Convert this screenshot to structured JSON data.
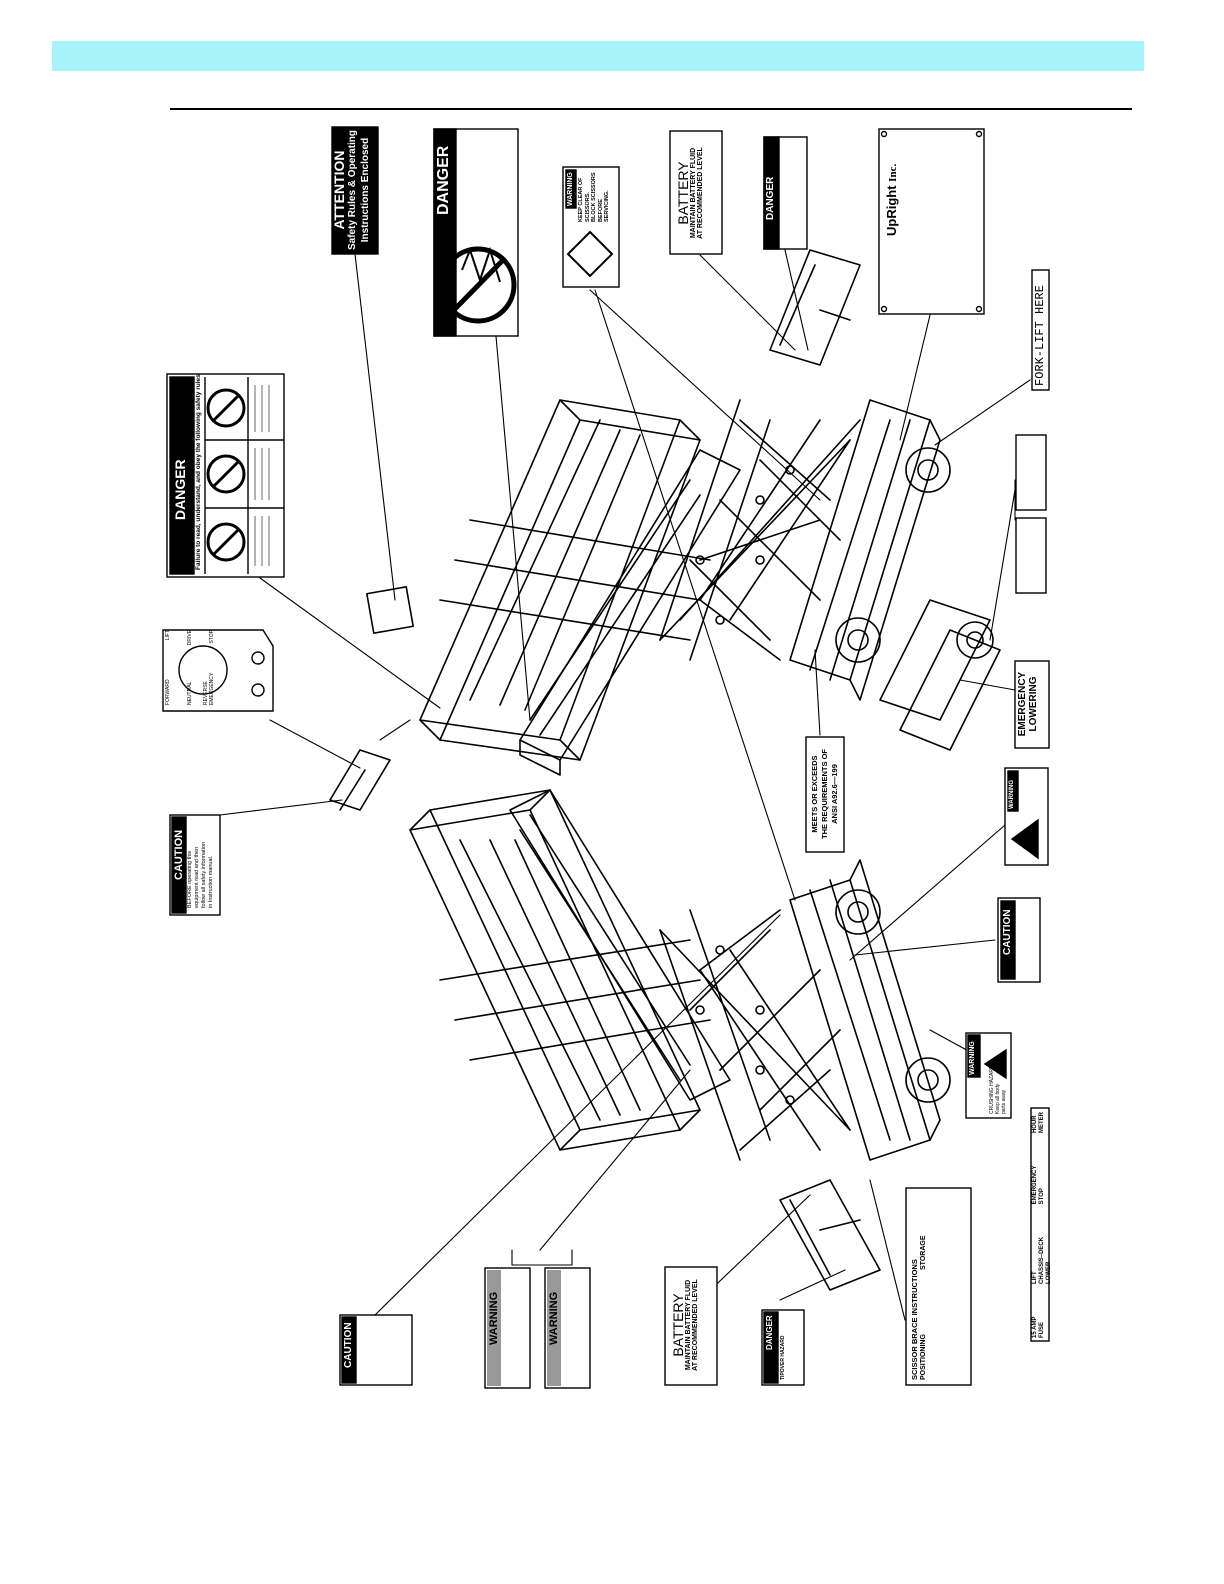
{
  "decals": {
    "attention": {
      "title": "ATTENTION",
      "line1": "Safety Rules & Operating",
      "line2": "Instructions Enclosed"
    },
    "danger_top": {
      "title": "DANGER"
    },
    "danger_main": {
      "title": "DANGER",
      "text": "Failure to read, understand, and obey the following safety rules"
    },
    "warning_scissors": {
      "title": "WARNING",
      "line1": "KEEP CLEAR OF",
      "line2": "SCISSORS.",
      "line3": "BLOCK SCISSORS",
      "line4": "BEFORE",
      "line5": "SERVICING."
    },
    "battery_top": {
      "title": "BATTERY",
      "line1": "MAINTAIN BATTERY FLUID",
      "line2": "AT RECOMMENDED LEVEL"
    },
    "danger_small": {
      "title": "DANGER"
    },
    "upright": {
      "brand": "UpRight",
      "suffix": "Inc."
    },
    "forklift": {
      "text": "FORK-LIFT HERE"
    },
    "emergency": {
      "line1": "EMERGENCY",
      "line2": "LOWERING"
    },
    "meets": {
      "line1": "MEETS OR EXCEEDS",
      "line2": "THE REQUIREMENTS OF",
      "line3": "ANSI A92.6—199"
    },
    "warning_small": {
      "title": "WARNING"
    },
    "caution_right": {
      "title": "CAUTION"
    },
    "warning_crushing": {
      "title": "WARNING",
      "line1": "CRUSHING HAZARD",
      "line2": "Keep all body",
      "line3": "parts away"
    },
    "control_panel": {
      "hour": "HOUR",
      "meter": "METER",
      "emergency": "EMERGENCY",
      "stop": "STOP",
      "lift": "LIFT",
      "lower": "LOWER",
      "chassis_deck": "CHASSIS–DECK",
      "fuse1": "15 AMP",
      "fuse2": "FUSE"
    },
    "scissor_brace": {
      "title": "SCISSOR BRACE INSTRUCTIONS",
      "positioning": "POSITIONING",
      "storage": "STORAGE"
    },
    "danger_tipover": {
      "title": "DANGER",
      "sub": "TIPOVER HAZARD"
    },
    "battery_bottom": {
      "title": "BATTERY",
      "line1": "MAINTAIN BATTERY FLUID",
      "line2": "AT RECOMMENDED LEVEL"
    },
    "warning_a": {
      "title": "WARNING"
    },
    "warning_b": {
      "title": "WARNING"
    },
    "caution_bottom": {
      "title": "CAUTION"
    },
    "caution_left": {
      "title": "CAUTION",
      "line1": "BEFORE operating this",
      "line2": "equipment read and then",
      "line3": "follow all safety information",
      "line4": "in Instruction manual."
    },
    "control_box": {
      "forward": "FORWARD",
      "neutral": "NEUTRAL",
      "reverse": "REVERSE",
      "emergency": "EMERGENCY",
      "stop": "STOP",
      "lift": "LIFT",
      "drive": "DRIVE"
    }
  }
}
